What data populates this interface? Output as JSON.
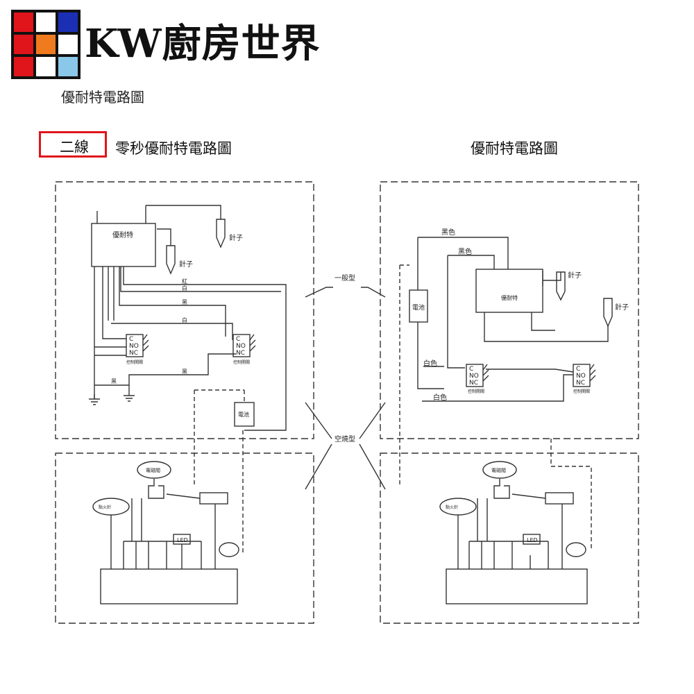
{
  "brand": {
    "name": "KW廚房世界",
    "logo_colors": [
      "#e0141b",
      "#ffffff",
      "#1b2fb5",
      "#e0141b",
      "#f07a1e",
      "#ffffff",
      "#e0141b",
      "#ffffff",
      "#8ac8ea"
    ]
  },
  "page_title": "優耐特電路圖",
  "left_panel": {
    "tag": "二線",
    "title": "零秒優耐特電路圖",
    "control_unit": "優耐特",
    "needle_1": "針子",
    "needle_2": "針子",
    "switch_1": [
      "C",
      "NO",
      "NC"
    ],
    "switch_2": [
      "C",
      "NO",
      "NC"
    ],
    "switch_1_caption": "控制開關",
    "switch_2_caption": "控制開關",
    "battery": "電池",
    "valve": "電磁閥",
    "igniter": "點火針",
    "led": "LED",
    "wire_labels": [
      "紅",
      "白",
      "黑",
      "白",
      "黑",
      "黑"
    ]
  },
  "right_panel": {
    "title": "優耐特電路圖",
    "control_unit": "優耐特",
    "needle_1": "針子",
    "needle_2": "針子",
    "black_1": "黑色",
    "black_2": "黑色",
    "white_1": "白色",
    "white_2": "白色",
    "battery": "電池",
    "switch_1": [
      "C",
      "NO",
      "NC"
    ],
    "switch_2": [
      "C",
      "NO",
      "NC"
    ],
    "switch_1_caption": "控制開關",
    "switch_2_caption": "控制開關",
    "valve": "電磁閥",
    "igniter": "點火針",
    "led": "LED"
  },
  "center_labels": {
    "general": "一般型",
    "air_cooled": "空燒型"
  }
}
